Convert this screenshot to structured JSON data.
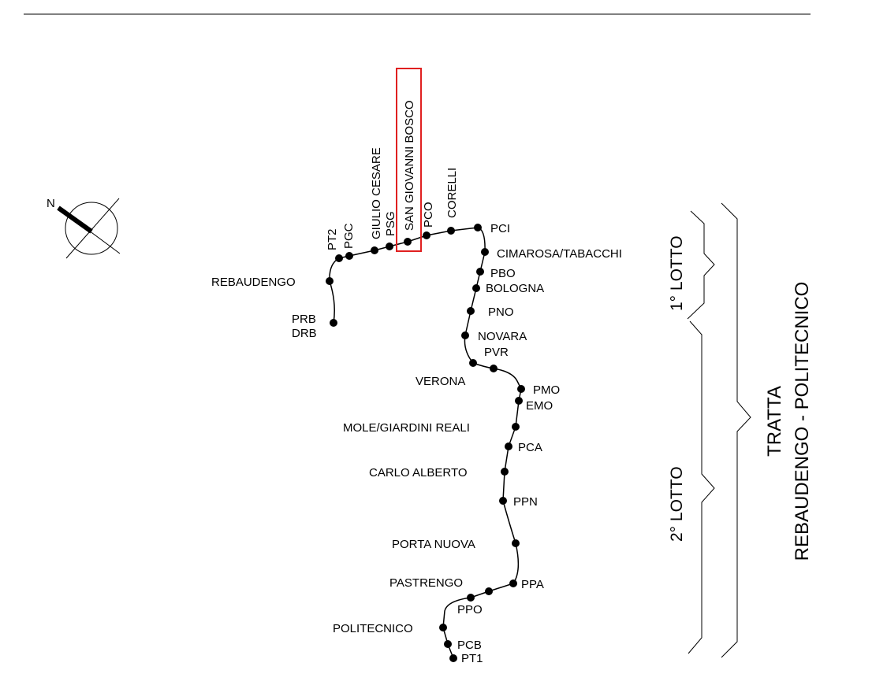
{
  "north": {
    "label": "N"
  },
  "highlight": {
    "label": "SAN GIOVANNI BOSCO",
    "color": "#e02020"
  },
  "title": {
    "line1": "TRATTA",
    "line2": "REBAUDENGO - POLITECNICO"
  },
  "lots": {
    "lot1": "1° LOTTO",
    "lot2": "2° LOTTO"
  },
  "labels": {
    "pt2": "PT2",
    "pgc": "PGC",
    "giulio_cesare": "GIULIO CESARE",
    "psg": "PSG",
    "pco": "PCO",
    "corelli": "CORELLI",
    "pci": "PCI",
    "cimarosa": "CIMAROSA/TABACCHI",
    "pbo": "PBO",
    "bologna": "BOLOGNA",
    "pno": "PNO",
    "novara": "NOVARA",
    "pvr": "PVR",
    "verona": "VERONA",
    "pmo": "PMO",
    "emo": "EMO",
    "mole": "MOLE/GIARDINI REALI",
    "pca": "PCA",
    "carlo_alberto": "CARLO ALBERTO",
    "ppn": "PPN",
    "porta_nuova": "PORTA NUOVA",
    "pastrengo": "PASTRENGO",
    "ppa": "PPA",
    "ppo": "PPO",
    "politecnico": "POLITECNICO",
    "pcb": "PCB",
    "pt1": "PT1",
    "rebaudengo": "REBAUDENGO",
    "prb": "PRB",
    "drb": "DRB"
  }
}
